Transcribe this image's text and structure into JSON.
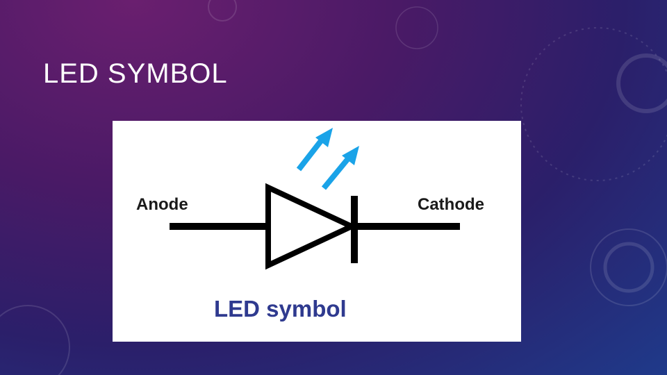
{
  "slide": {
    "title": "LED SYMBOL"
  },
  "diagram": {
    "anode_label": "Anode",
    "cathode_label": "Cathode",
    "caption": "LED symbol"
  },
  "colors": {
    "arrow": "#1aa3e8",
    "wire": "#000000",
    "caption": "#2f3a8f",
    "title": "#ffffff"
  }
}
